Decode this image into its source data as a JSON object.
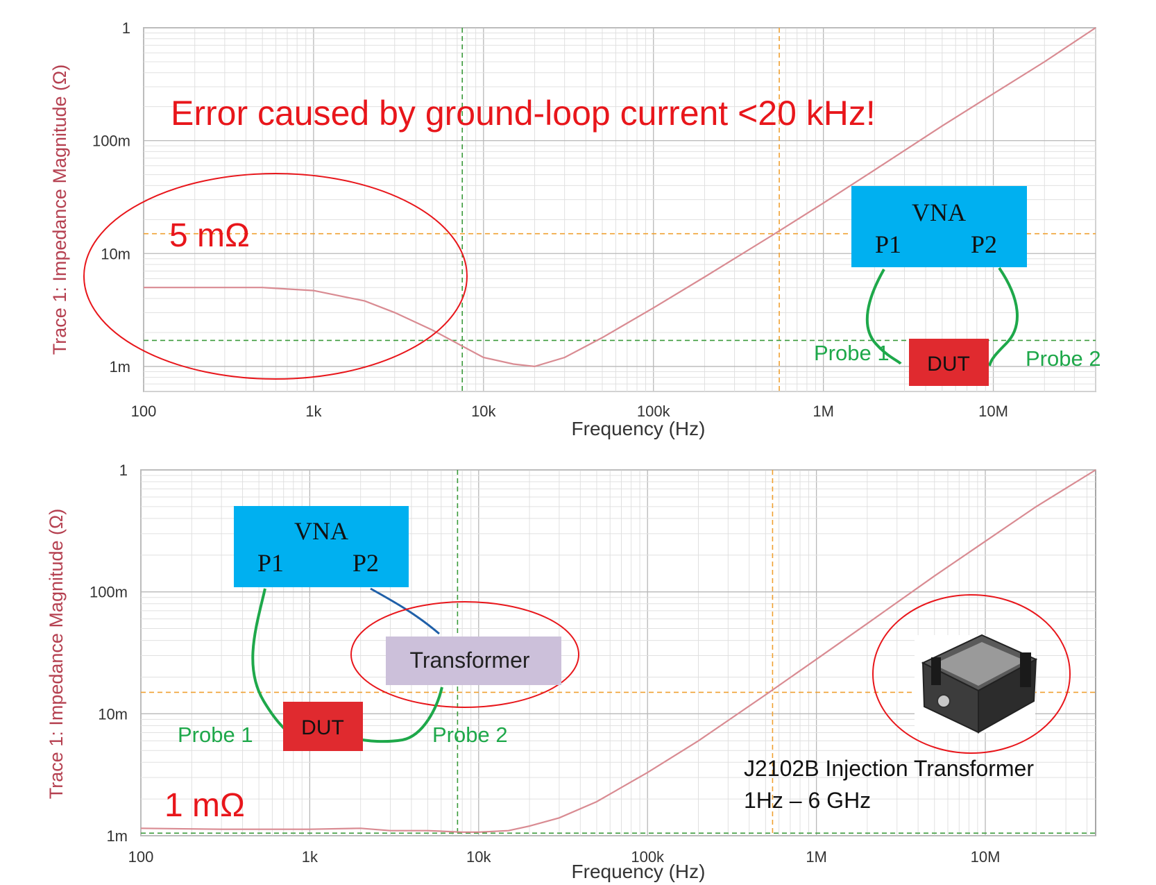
{
  "colors": {
    "trace": "#d98b92",
    "annotation_red": "#e8161b",
    "probe_green": "#1ea84a",
    "vna_blue": "#00b0f0",
    "dut_red": "#e02a2f",
    "transformer_lilac": "#ccc0da",
    "marker_orange": "#f0a030",
    "marker_green": "#3a9a3a",
    "cable_blue": "#1f5fa8"
  },
  "chart_data": [
    {
      "type": "line",
      "id": "top",
      "title": "",
      "xlabel": "Frequency (Hz)",
      "ylabel": "Trace 1: Impedance Magnitude (Ω)",
      "xscale": "log",
      "yscale": "log",
      "xlim": [
        100,
        40000000
      ],
      "ylim": [
        0.0006,
        1
      ],
      "grid": true,
      "x_ticks": [
        {
          "value": 100,
          "label": "100"
        },
        {
          "value": 1000,
          "label": "1k"
        },
        {
          "value": 10000,
          "label": "10k"
        },
        {
          "value": 100000,
          "label": "100k"
        },
        {
          "value": 1000000,
          "label": "1M"
        },
        {
          "value": 10000000,
          "label": "10M"
        }
      ],
      "y_ticks": [
        {
          "value": 1,
          "label": "1"
        },
        {
          "value": 0.1,
          "label": "100m"
        },
        {
          "value": 0.01,
          "label": "10m"
        },
        {
          "value": 0.001,
          "label": "1m"
        }
      ],
      "markers": [
        {
          "axis": "x",
          "value": 7500,
          "style": "green"
        },
        {
          "axis": "x",
          "value": 550000,
          "style": "orange"
        },
        {
          "axis": "y",
          "value": 0.015,
          "style": "orange"
        },
        {
          "axis": "y",
          "value": 0.0017,
          "style": "green"
        }
      ],
      "series": [
        {
          "x": [
            100,
            200,
            500,
            1000,
            2000,
            3000,
            5000,
            7000,
            10000,
            15000,
            20000,
            30000,
            50000,
            100000,
            200000,
            500000,
            1000000,
            2000000,
            5000000,
            10000000,
            20000000,
            40000000
          ],
          "y": [
            0.005,
            0.005,
            0.005,
            0.0047,
            0.0038,
            0.003,
            0.0021,
            0.0016,
            0.0012,
            0.00105,
            0.001,
            0.0012,
            0.0018,
            0.0033,
            0.0062,
            0.0145,
            0.028,
            0.055,
            0.135,
            0.26,
            0.5,
            1.0
          ]
        }
      ]
    },
    {
      "type": "line",
      "id": "bottom",
      "title": "",
      "xlabel": "Frequency (Hz)",
      "ylabel": "Trace 1: Impedance Magnitude (Ω)",
      "xscale": "log",
      "yscale": "log",
      "xlim": [
        100,
        45000000
      ],
      "ylim": [
        0.001,
        1
      ],
      "grid": true,
      "x_ticks": [
        {
          "value": 100,
          "label": "100"
        },
        {
          "value": 1000,
          "label": "1k"
        },
        {
          "value": 10000,
          "label": "10k"
        },
        {
          "value": 100000,
          "label": "100k"
        },
        {
          "value": 1000000,
          "label": "1M"
        },
        {
          "value": 10000000,
          "label": "10M"
        }
      ],
      "y_ticks": [
        {
          "value": 1,
          "label": "1"
        },
        {
          "value": 0.1,
          "label": "100m"
        },
        {
          "value": 0.01,
          "label": "10m"
        },
        {
          "value": 0.001,
          "label": "1m"
        }
      ],
      "markers": [
        {
          "axis": "x",
          "value": 7500,
          "style": "green"
        },
        {
          "axis": "x",
          "value": 550000,
          "style": "orange"
        },
        {
          "axis": "y",
          "value": 0.015,
          "style": "orange"
        },
        {
          "axis": "y",
          "value": 0.00105,
          "style": "green"
        }
      ],
      "series": [
        {
          "x": [
            100,
            300,
            1000,
            2000,
            3000,
            5000,
            8000,
            10000,
            15000,
            20000,
            30000,
            50000,
            100000,
            200000,
            500000,
            1000000,
            2000000,
            5000000,
            10000000,
            20000000,
            45000000
          ],
          "y": [
            0.00115,
            0.00113,
            0.00113,
            0.00115,
            0.0011,
            0.0011,
            0.00107,
            0.00107,
            0.0011,
            0.0012,
            0.0014,
            0.0019,
            0.0033,
            0.006,
            0.0143,
            0.028,
            0.055,
            0.135,
            0.26,
            0.5,
            1.0
          ]
        }
      ]
    }
  ],
  "annotations": {
    "top_headline": "Error caused by ground-loop current <20 kHz!",
    "top_value": "5 mΩ",
    "bottom_value": "1 mΩ",
    "vna_label": "VNA",
    "p1": "P1",
    "p2": "P2",
    "dut": "DUT",
    "probe1": "Probe 1",
    "probe2": "Probe 2",
    "transformer": "Transformer",
    "product_line1": "J2102B Injection Transformer",
    "product_line2": "1Hz – 6 GHz"
  }
}
